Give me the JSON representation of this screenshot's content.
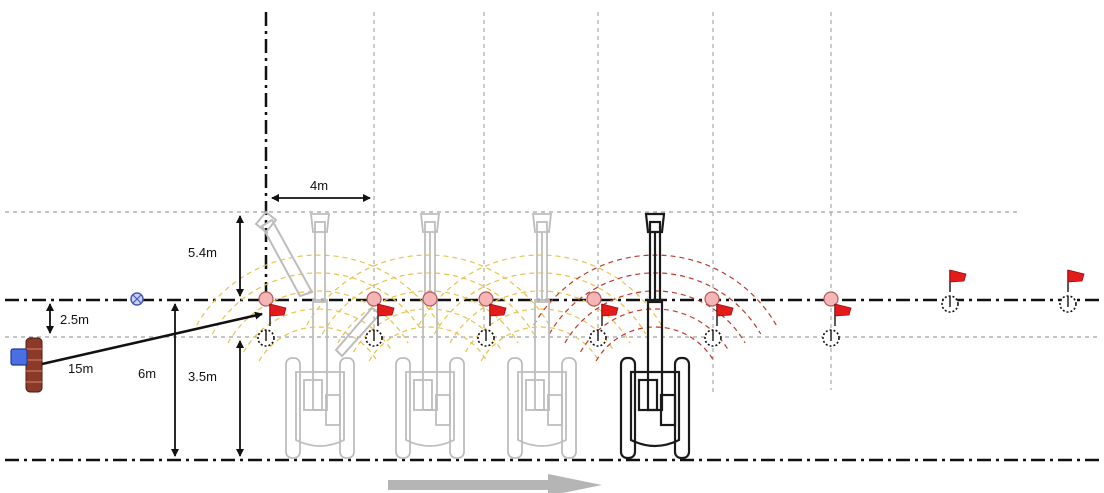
{
  "dimensions": {
    "spacing": "4m",
    "arm_reach": "5.4m",
    "offset_small": "2.5m",
    "offset_large": "6m",
    "track_offset": "3.5m",
    "cable_length": "15m"
  },
  "colors": {
    "line": "#111111",
    "grid_dashed": "#888888",
    "excavator_faded": "#bdbdbd",
    "excavator_active": "#1a1a1a",
    "arc_yellow": "#e8c24a",
    "arc_red": "#c0392b",
    "flag_red": "#e31b1b",
    "target_marker": "#f4b6b6",
    "control_box": "#4a6fe3",
    "cable_reel": "#8b3a2a",
    "arrow_gray": "#b5b5b5"
  },
  "icons": {
    "flag": "red-flag-icon",
    "target": "pink-circle-target-icon",
    "anchor": "dashed-circle-anchor-icon",
    "control_box": "blue-control-box-icon",
    "cable_reel": "cable-reel-icon",
    "cross_marker": "crossed-circle-marker-icon",
    "direction": "right-arrow-icon"
  }
}
